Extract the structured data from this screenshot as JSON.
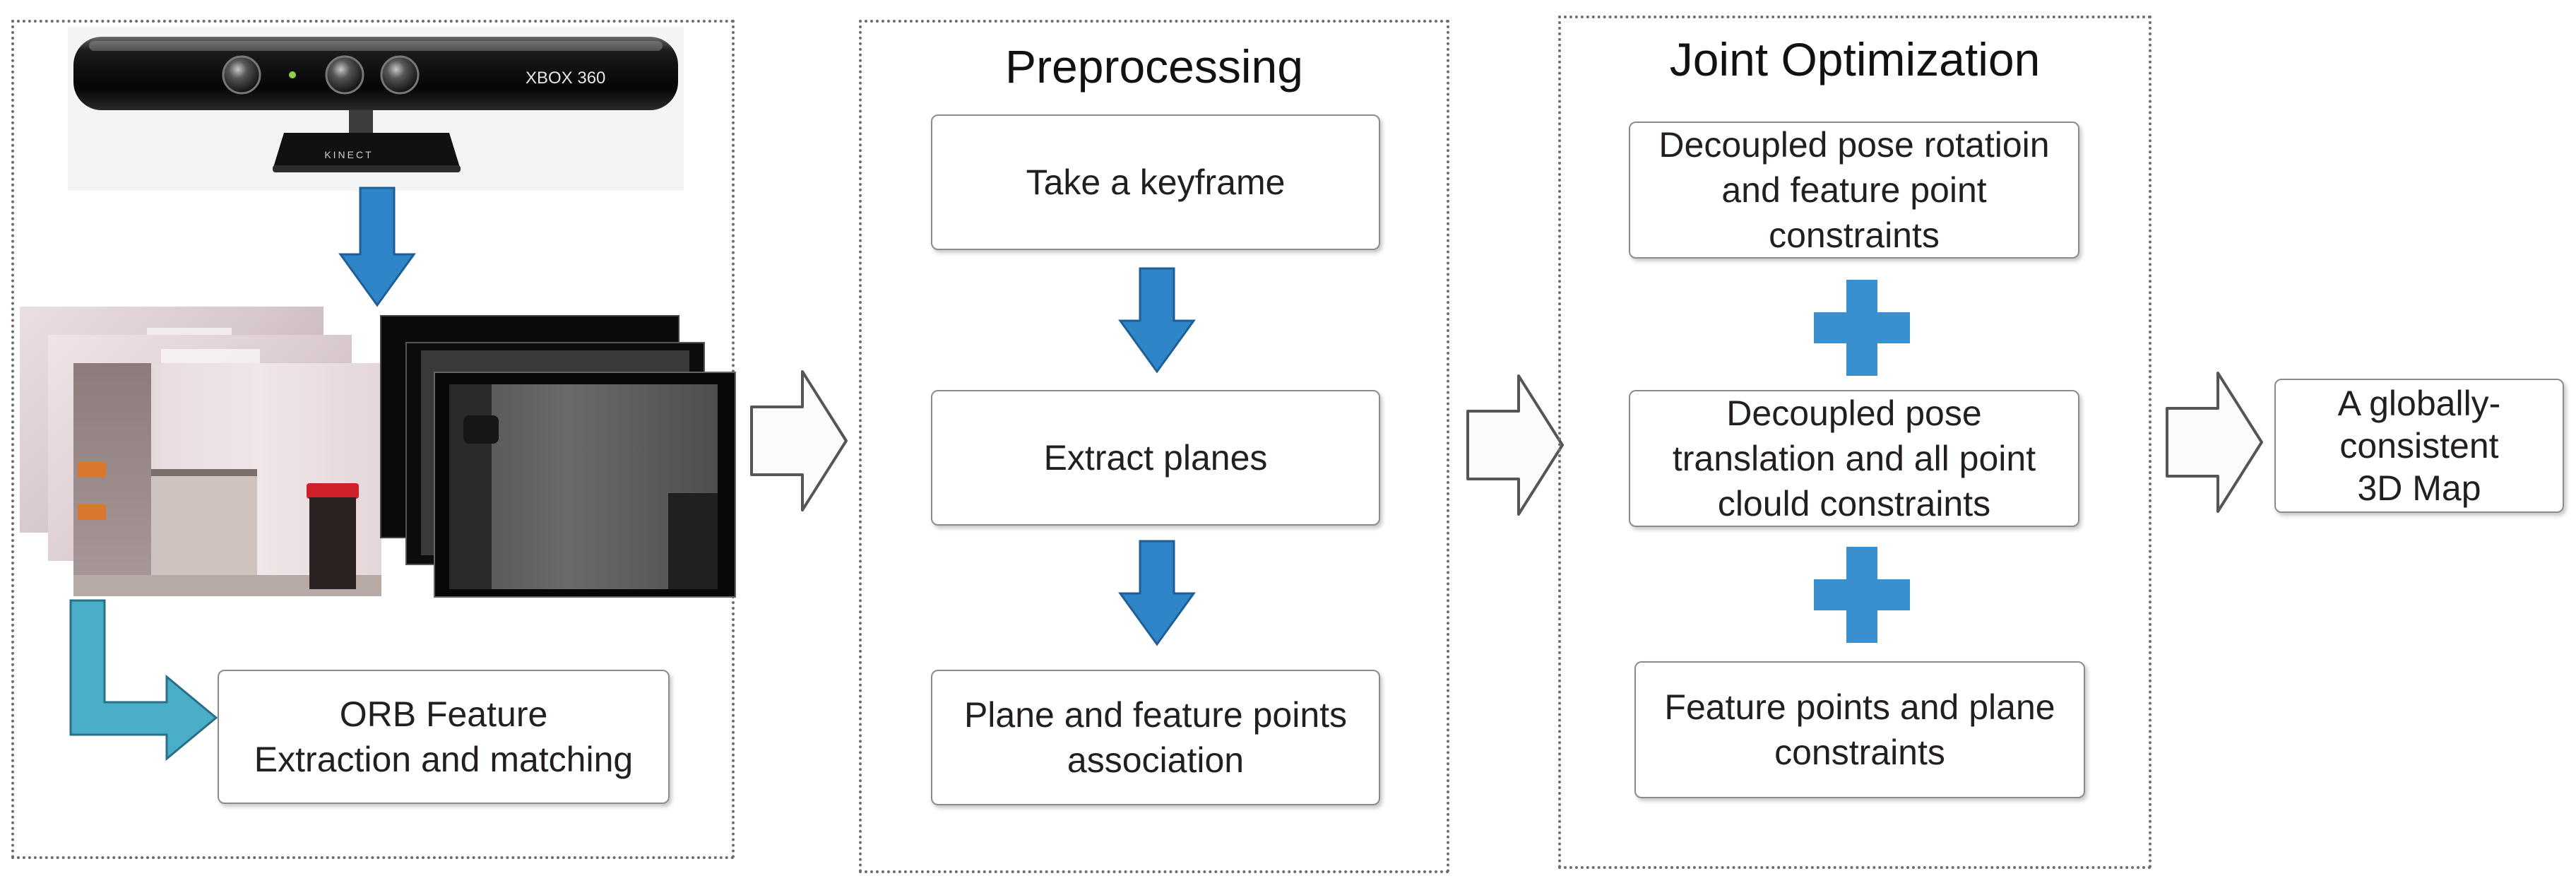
{
  "colors": {
    "blue_arrow": "#2e86c8",
    "blue_arrow_edge": "#1f5f96",
    "teal_arrow": "#4aaec9",
    "plus": "#3a8fcf",
    "panel_border": "#6e6e6e",
    "box_border": "#8c8c8c"
  },
  "sensor": {
    "brand": "XBOX 360",
    "model": "KINECT"
  },
  "stage1": {
    "orb_label": "ORB  Feature\nExtraction and matching"
  },
  "stage2": {
    "title": "Preprocessing",
    "steps": [
      "Take a keyframe",
      "Extract planes",
      "Plane and feature points\nassociation"
    ]
  },
  "stage3": {
    "title": "Joint Optimization",
    "constraints": [
      "Decoupled pose rotatioin\nand feature point\nconstraints",
      "Decoupled pose\ntranslation and all point\nclould constraints",
      "Feature points and plane\nconstraints"
    ]
  },
  "output": {
    "label": "A globally-\nconsistent\n3D Map"
  }
}
